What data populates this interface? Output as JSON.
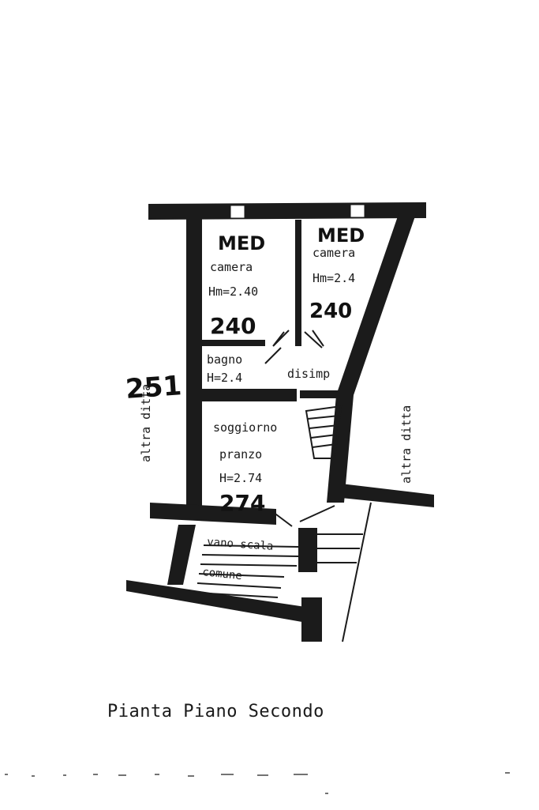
{
  "plan": {
    "caption": "Pianta Piano Secondo",
    "rooms": {
      "camera_left": {
        "annotation": "MED",
        "name": "camera",
        "height": "Hm=2.40",
        "handwritten": "240"
      },
      "camera_right": {
        "annotation": "MED",
        "name": "camera",
        "height": "Hm=2.4",
        "handwritten": "240"
      },
      "bagno": {
        "name": "bagno",
        "height": "H=2.4"
      },
      "disimp": {
        "name": "disimp"
      },
      "soggiorno": {
        "name": "soggiorno",
        "subname": "pranzo",
        "height": "H=2.74",
        "handwritten": "274"
      },
      "stairwell": {
        "name": "vano scala",
        "subname": "comune"
      }
    },
    "neighbors": {
      "left": "altra ditta",
      "right": "altra ditta"
    },
    "side_note": "251"
  }
}
